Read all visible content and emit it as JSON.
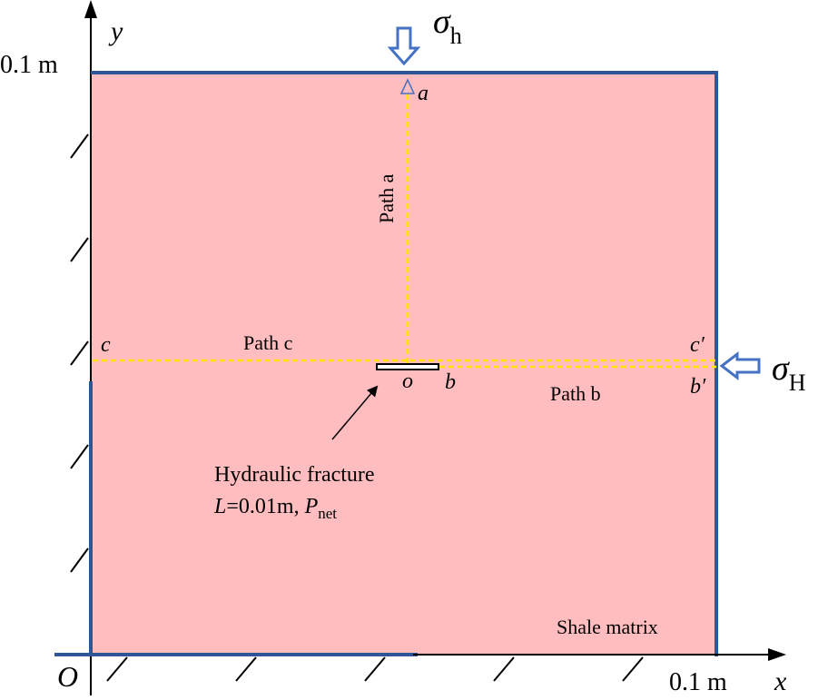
{
  "axes": {
    "y_label": "y",
    "x_label": "x",
    "origin_label": "O",
    "y_max_label": "0.1 m",
    "x_max_label": "0.1 m"
  },
  "stresses": {
    "vertical": {
      "symbol": "σ",
      "subscript": "h"
    },
    "horizontal": {
      "symbol": "σ",
      "subscript": "H"
    }
  },
  "points": {
    "a": "a",
    "o": "o",
    "b": "b",
    "c": "c",
    "c_prime": "c′",
    "b_prime": "b′"
  },
  "paths": {
    "path_a": "Path a",
    "path_b": "Path b",
    "path_c": "Path c"
  },
  "fracture": {
    "title": "Hydraulic fracture",
    "length_symbol": "L",
    "length_value": "=0.01m, ",
    "pressure_symbol": "P",
    "pressure_subscript": "net"
  },
  "matrix_label": "Shale matrix",
  "colors": {
    "matrix_fill": "#FFBDBF",
    "border": "#2F5597",
    "path_dash": "#FFE600",
    "arrow": "#4472C4"
  }
}
